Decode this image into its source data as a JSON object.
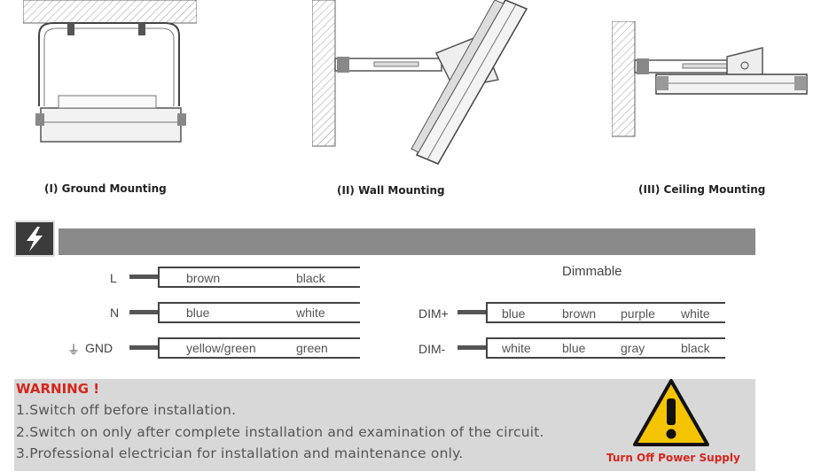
{
  "mounting": {
    "ground": "(I) Ground Mounting",
    "wall": "(II) Wall Mounting",
    "ceiling": "(III) Ceiling Mounting"
  },
  "section_icon": "lightning-icon",
  "wiring": {
    "left": [
      {
        "label": "L",
        "color1": "brown",
        "color2": "black"
      },
      {
        "label": "N",
        "color1": "blue",
        "color2": "white"
      },
      {
        "label": "GND",
        "ground_symbol": "⏚",
        "color1": "yellow/green",
        "color2": "green"
      }
    ],
    "dimmable_title": "Dimmable",
    "right": [
      {
        "label": "DIM+",
        "colors": [
          "blue",
          "brown",
          "purple",
          "white"
        ]
      },
      {
        "label": "DIM-",
        "colors": [
          "white",
          "blue",
          "gray",
          "black"
        ]
      }
    ]
  },
  "warning": {
    "title": "WARNING !",
    "lines": [
      "1.Switch off before installation.",
      "2.Switch on only after complete installation and examination of the circuit.",
      "3.Professional electrician for installation and maintenance only."
    ],
    "sign_caption": "Turn Off Power Supply",
    "sign_color": "#f5c400",
    "warn_color": "#d6261c"
  }
}
